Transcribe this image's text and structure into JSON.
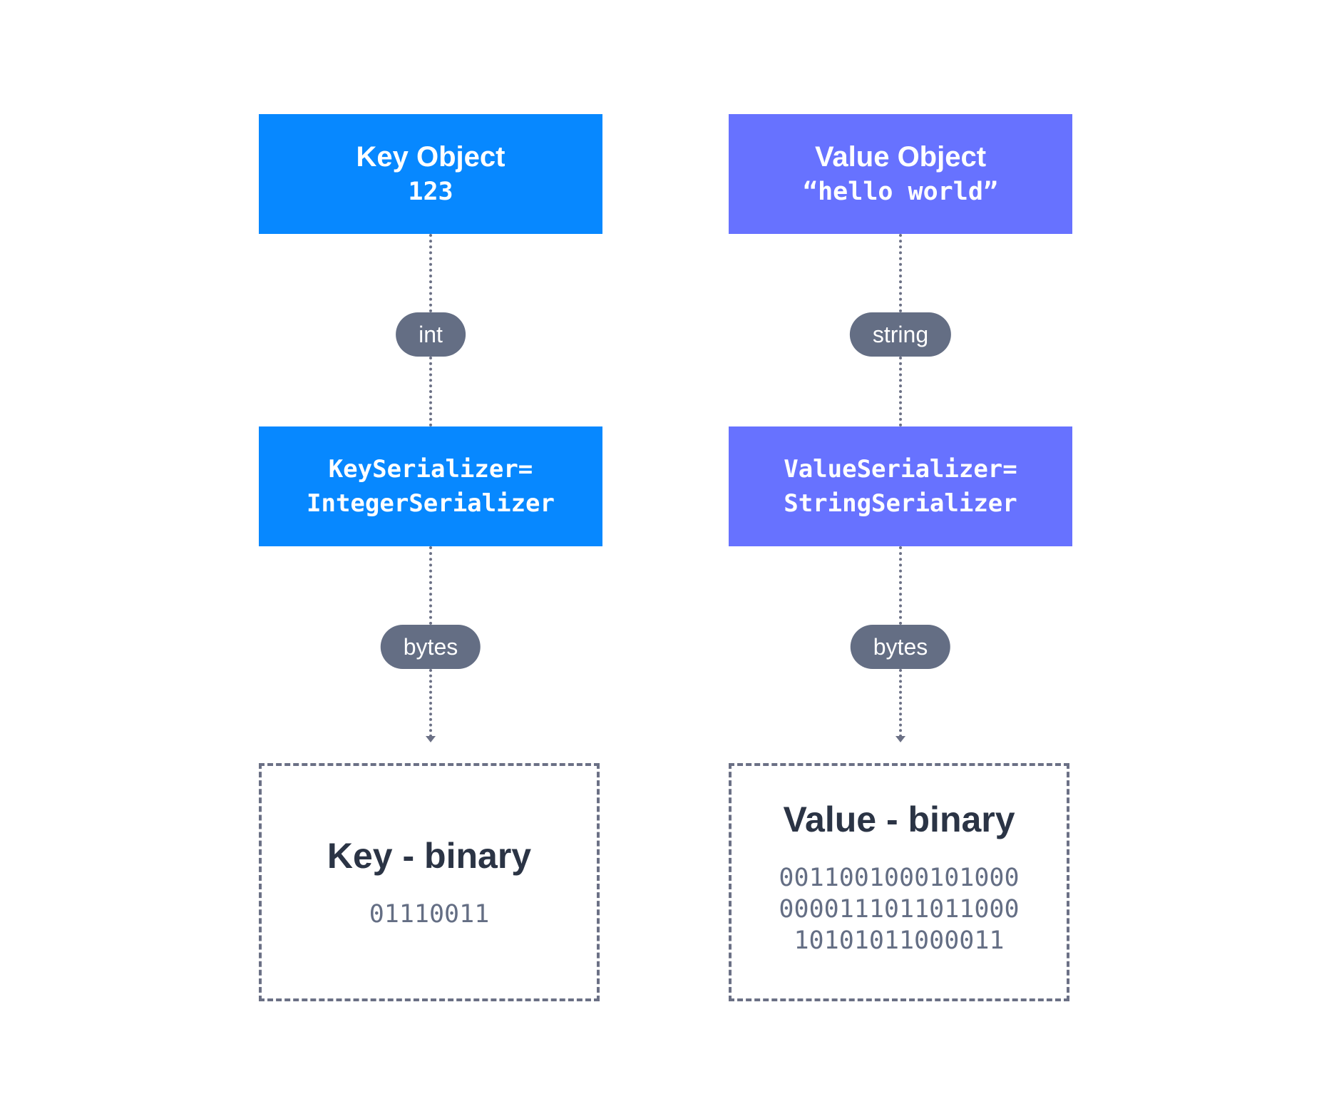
{
  "colors": {
    "key_box": "#0788ff",
    "value_box": "#6772ff",
    "pill": "#646e84",
    "connector": "#6b7085",
    "dark_text": "#2b3445",
    "binary_text": "#646e84"
  },
  "key": {
    "object_title": "Key Object",
    "object_value": "123",
    "type_pill": "int",
    "serializer_line1": "KeySerializer=",
    "serializer_line2": "IntegerSerializer",
    "bytes_pill": "bytes",
    "binary_title": "Key - binary",
    "binary_lines": [
      "01110011"
    ]
  },
  "value": {
    "object_title": "Value Object",
    "object_value": "“hello world”",
    "type_pill": "string",
    "serializer_line1": "ValueSerializer=",
    "serializer_line2": "StringSerializer",
    "bytes_pill": "bytes",
    "binary_title": "Value - binary",
    "binary_lines": [
      "0011001000101000",
      "0000111011011000",
      "10101011000011"
    ]
  }
}
